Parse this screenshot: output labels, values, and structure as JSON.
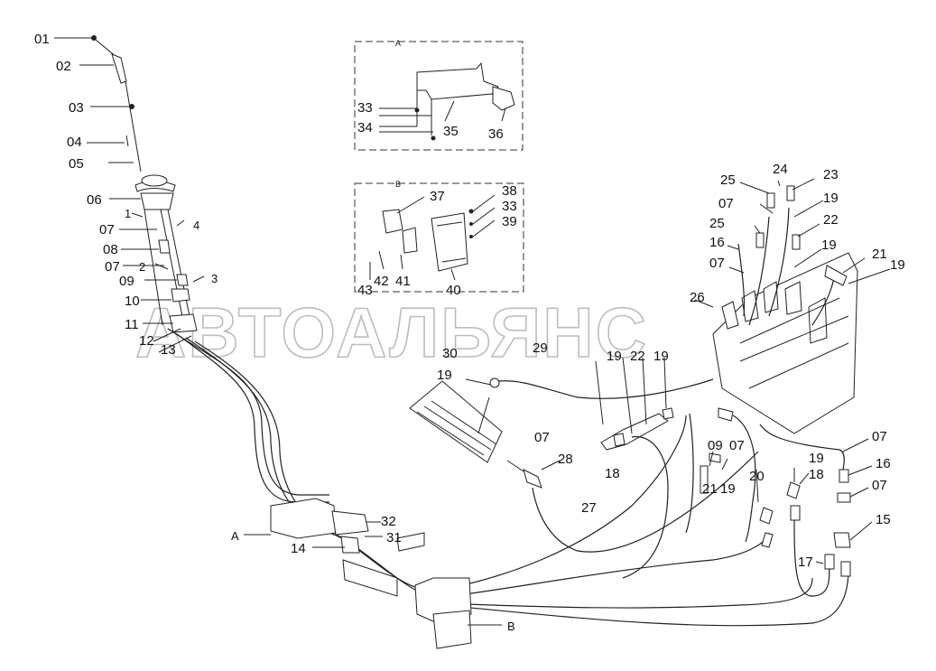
{
  "watermark": "АВТОАЛЬЯНС",
  "views": {
    "a_title": "A",
    "b_title": "B",
    "a_ref": "A",
    "b_ref": "B"
  },
  "labels": {
    "l01": "01",
    "l02": "02",
    "l03": "03",
    "l04": "04",
    "l05": "05",
    "l06": "06",
    "l07a": "07",
    "l08": "08",
    "l07b": "07",
    "l09": "09",
    "l10": "10",
    "l11": "11",
    "l12": "12",
    "l13": "13",
    "l14": "14",
    "s1": "1",
    "s2": "2",
    "s3": "3",
    "s4": "4",
    "l33a": "33",
    "l34": "34",
    "l35": "35",
    "l36": "36",
    "l37": "37",
    "l38": "38",
    "l33b": "33",
    "l39": "39",
    "l40": "40",
    "l41": "41",
    "l42": "42",
    "l43": "43",
    "l25a": "25",
    "l24": "24",
    "l23": "23",
    "l07c": "07",
    "l19a": "19",
    "l25b": "25",
    "l22a": "22",
    "l16a": "16",
    "l19b": "19",
    "l07d": "07",
    "l21a": "21",
    "l19c": "19",
    "l26": "26",
    "l30": "30",
    "l29": "29",
    "l19d": "19",
    "l19e": "19",
    "l22b": "22",
    "l19f": "19",
    "l07e": "07",
    "l28": "28",
    "l18a": "18",
    "l09b": "09",
    "l07f": "07",
    "l21b": "21",
    "l19g": "19",
    "l20": "20",
    "l19h": "19",
    "l18b": "18",
    "l07g": "07",
    "l16b": "16",
    "l07h": "07",
    "l15": "15",
    "l17": "17",
    "l27": "27",
    "l32": "32",
    "l31": "31"
  }
}
